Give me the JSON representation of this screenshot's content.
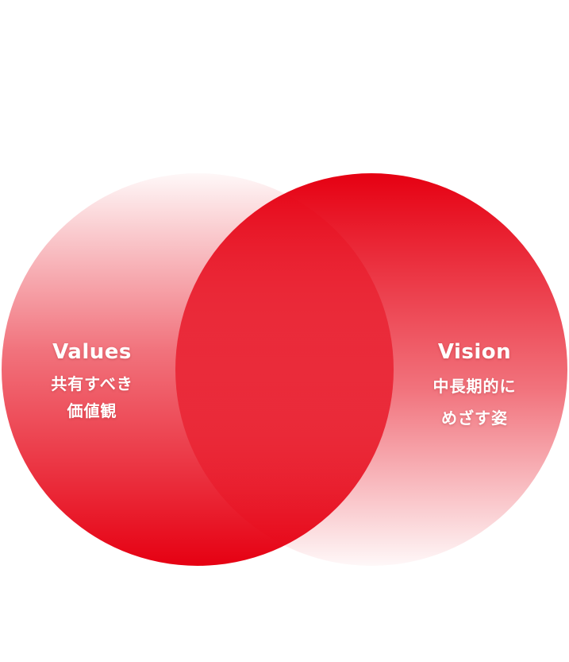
{
  "values": {
    "title": "Values",
    "line1": "共有すべき",
    "line2": "価値観"
  },
  "vision": {
    "title": "Vision",
    "line1": "中長期的に",
    "line2": "めざす姿"
  },
  "colors": {
    "accent": "#e60012",
    "fade": "#ffffff"
  }
}
